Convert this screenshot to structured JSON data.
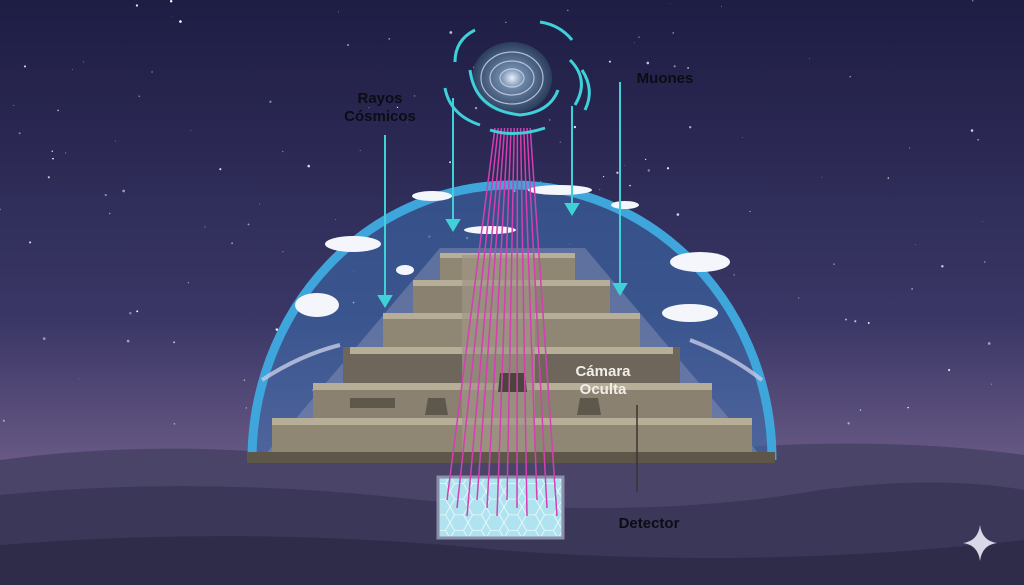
{
  "labels": {
    "cosmic_rays_line1": "Rayos",
    "cosmic_rays_line2": "Cósmicos",
    "muons": "Muones",
    "hidden_chamber_line1": "Cámara",
    "hidden_chamber_line2": "Oculta",
    "detector": "Detector"
  },
  "colors": {
    "sky_top": "#1e1d44",
    "sky_horizon": "#6a5a86",
    "ground": "#3b3759",
    "dome": "#3fa6dc",
    "muon_rays": "#d43fb4",
    "cosmic_arrows": "#3fd0d8",
    "stone": "#8f8674",
    "detector": "#aee3ef"
  },
  "watermark": {
    "icon": "sparkle-icon"
  }
}
